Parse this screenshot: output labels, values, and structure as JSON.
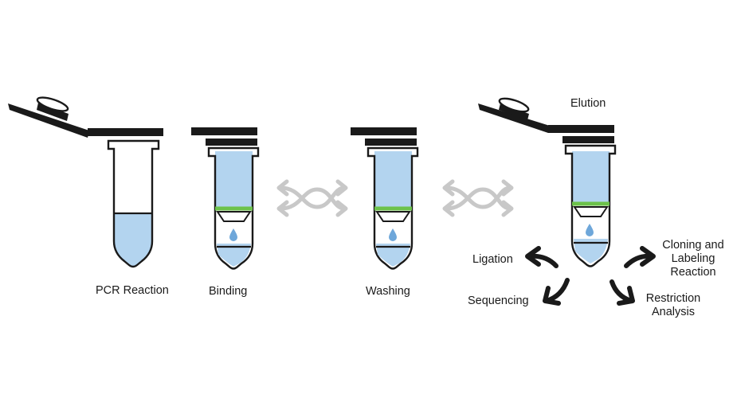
{
  "steps": {
    "pcr_reaction": "PCR Reaction",
    "binding": "Binding",
    "washing": "Washing",
    "elution": "Elution"
  },
  "applications": {
    "ligation": "Ligation",
    "sequencing": "Sequencing",
    "cloning_line1": "Cloning and",
    "cloning_line2": "Labeling",
    "cloning_line3": "Reaction",
    "restriction_line1": "Restriction",
    "restriction_line2": "Analysis"
  },
  "colors": {
    "liquid": "#b3d4ef",
    "membrane": "#6cc24a",
    "drop": "#6ea7da",
    "swap_arrows": "#c8c8c8",
    "outline": "#1a1a1a"
  },
  "icons": {
    "swap": "bidirectional-swap-arrows",
    "outputs": "curved-arrow"
  }
}
